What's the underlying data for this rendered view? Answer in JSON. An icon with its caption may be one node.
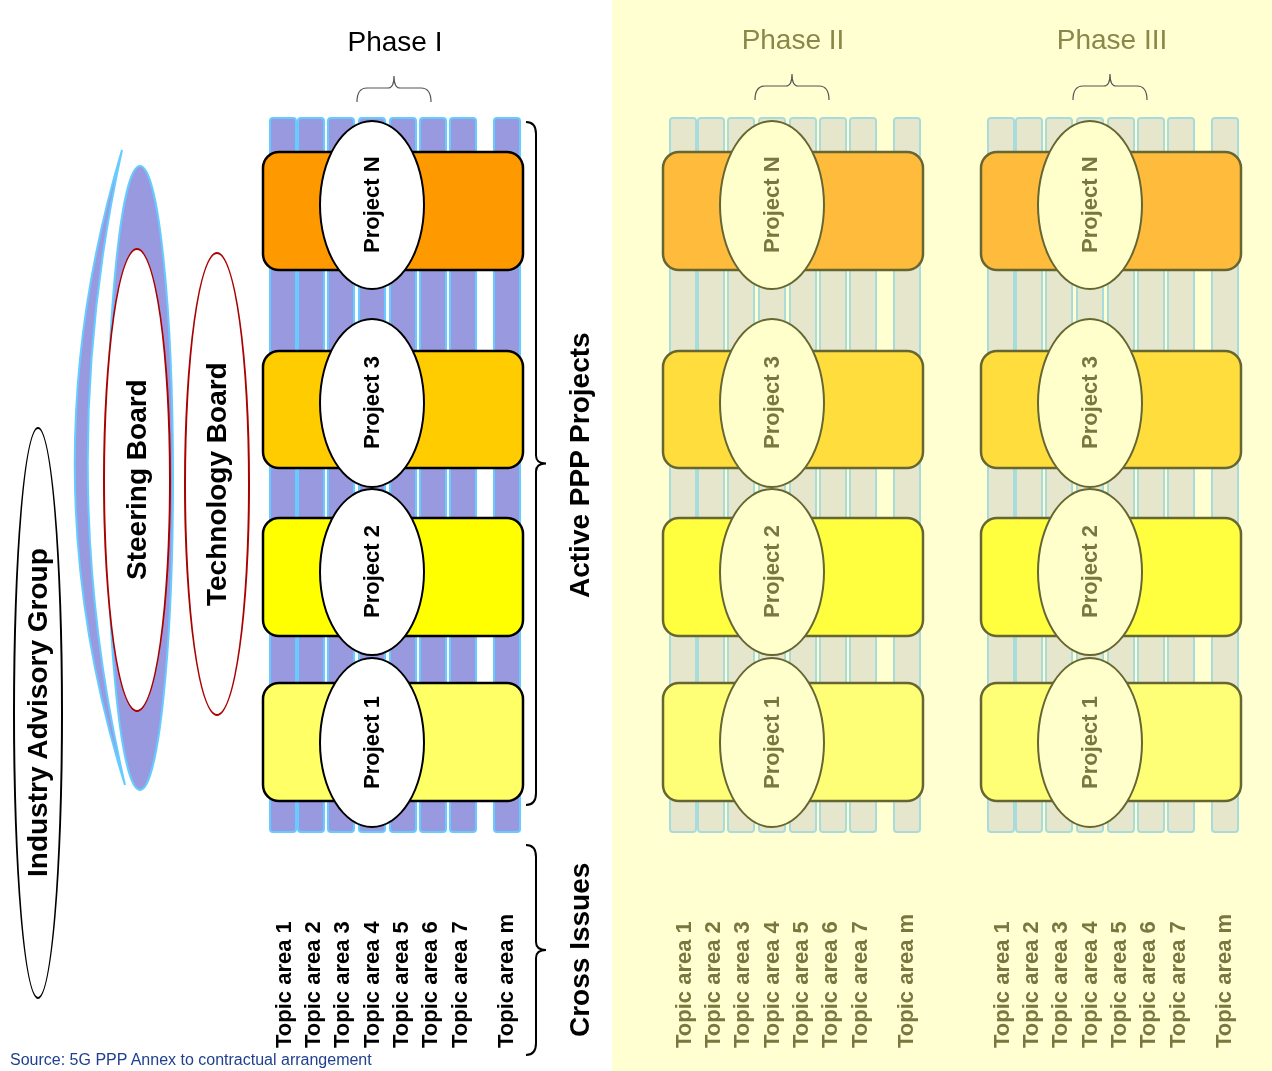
{
  "diagram": {
    "caption": "Source: 5G PPP Annex to contractual arrangement",
    "nodes": [
      {
        "text": [
          "Industry Advisory Group"
        ]
      },
      {
        "text": [
          "Steering Board"
        ]
      },
      {
        "text": [
          "Technology Board"
        ]
      },
      {
        "text": [
          "Project N"
        ]
      },
      {
        "text": [
          "Project 3"
        ]
      },
      {
        "text": [
          "Project 2"
        ]
      },
      {
        "text": [
          "Project 1"
        ]
      },
      {
        "text": [
          "Project N"
        ]
      },
      {
        "text": [
          "Project 3"
        ]
      },
      {
        "text": [
          "Project 2"
        ]
      },
      {
        "text": [
          "Project 1"
        ]
      },
      {
        "text": [
          "Project N"
        ]
      },
      {
        "text": [
          "Project 3"
        ]
      },
      {
        "text": [
          "Project 2"
        ]
      },
      {
        "text": [
          "Project 1"
        ]
      }
    ],
    "labels": [
      "Phase I",
      "Phase II",
      "Phase III",
      "Active PPP Projects",
      "Topic area 1",
      "Topic area 2",
      "Topic area 3",
      "Topic area 4",
      "Topic area 5",
      "Topic area 6",
      "Topic area 7",
      "Topic area m",
      "Cross Issues",
      "Topic area 1",
      "Topic area 2",
      "Topic area 3",
      "Topic area 4",
      "Topic area 5",
      "Topic area 6",
      "Topic area 7",
      "Topic area m",
      "Topic area 1",
      "Topic area 2",
      "Topic area 3",
      "Topic area 4",
      "Topic area 5",
      "Topic area 6",
      "Topic area 7",
      "Topic area m"
    ]
  }
}
